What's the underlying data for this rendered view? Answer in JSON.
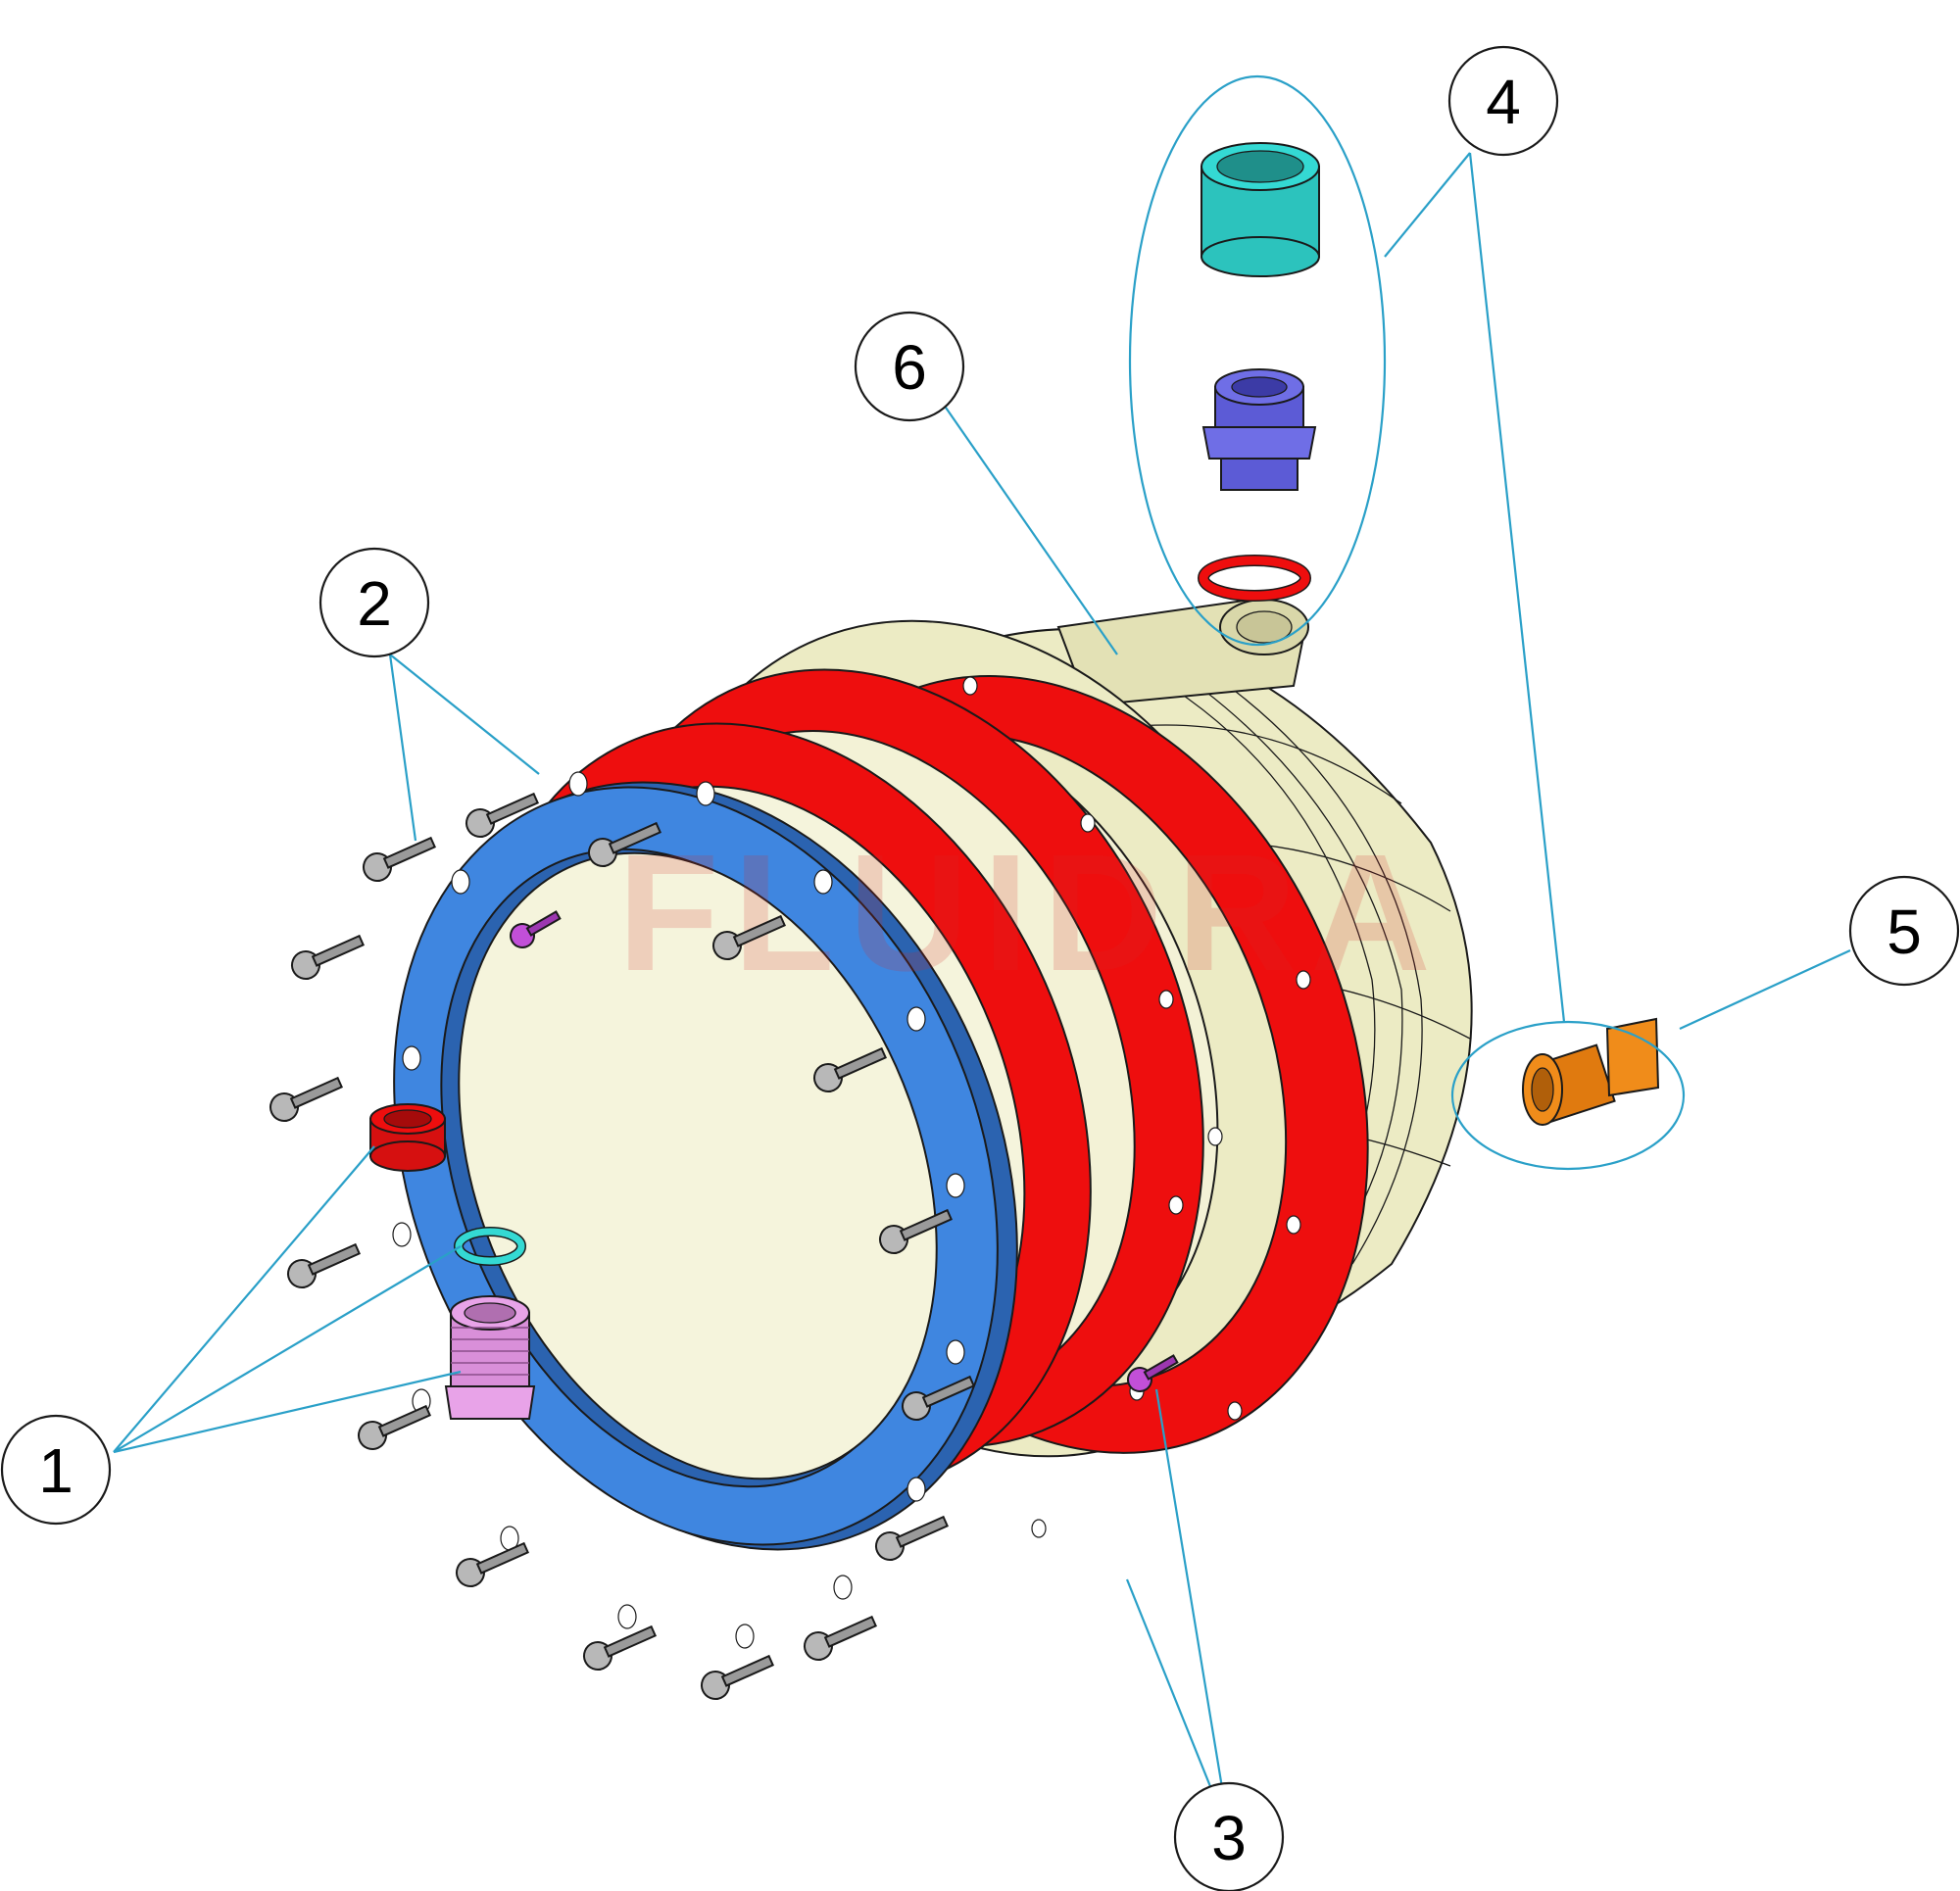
{
  "diagram": {
    "watermark": "FLUIDRA",
    "callouts": [
      {
        "id": "1",
        "label": "1"
      },
      {
        "id": "2",
        "label": "2"
      },
      {
        "id": "3",
        "label": "3"
      },
      {
        "id": "4",
        "label": "4"
      },
      {
        "id": "5",
        "label": "5"
      },
      {
        "id": "6",
        "label": "6"
      }
    ],
    "colors": {
      "housing": "#ecebc4",
      "housing_shade": "#d9d7a9",
      "gasket": "#ee0e0e",
      "front_ring": "#3f86e0",
      "front_ring_dark": "#2b63b0",
      "screw": "#b8b8b8",
      "pink_nipple": "#e8a3e8",
      "teal_cap": "#34d9d3",
      "blue_nipple": "#6f6ee6",
      "orange_nipple": "#f08c1a",
      "purple_screw": "#c24fd8",
      "leader": "#2aa0c8"
    }
  }
}
